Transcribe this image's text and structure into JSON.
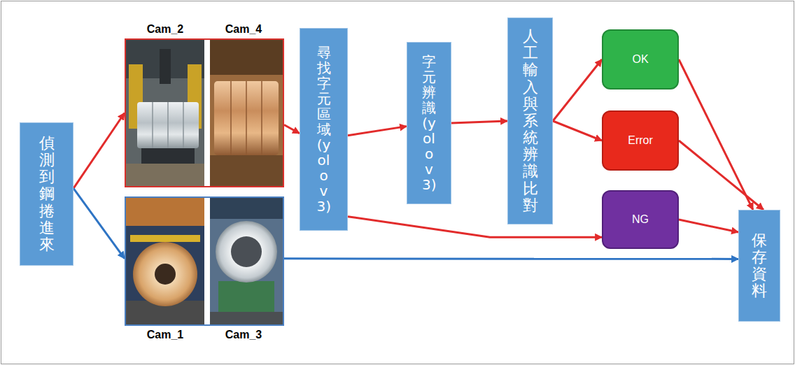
{
  "diagram": {
    "nodes": [
      {
        "text": [
          "偵測到鋼捲進來"
        ]
      },
      {
        "text": [
          "Cam_2",
          "Cam_4"
        ]
      },
      {
        "text": [
          "Cam_1",
          "Cam_3"
        ]
      },
      {
        "text": [
          "尋找字元區域(yolo v3)"
        ]
      },
      {
        "text": [
          "字元辨識(yolo v3)"
        ]
      },
      {
        "text": [
          "人工輸入與系統辨識比對"
        ]
      },
      {
        "text": [
          "OK"
        ]
      },
      {
        "text": [
          "Error"
        ]
      },
      {
        "text": [
          "NG"
        ]
      },
      {
        "text": [
          "保存資料"
        ]
      }
    ],
    "edges": [
      {
        "from": 0,
        "to": 1,
        "arrow": "to"
      },
      {
        "from": 0,
        "to": 2,
        "arrow": "to"
      },
      {
        "from": 1,
        "to": 3,
        "arrow": "to"
      },
      {
        "from": 3,
        "to": 4,
        "arrow": "to"
      },
      {
        "from": 3,
        "to": 8,
        "arrow": "to"
      },
      {
        "from": 4,
        "to": 5,
        "arrow": "to"
      },
      {
        "from": 5,
        "to": 6,
        "arrow": "to"
      },
      {
        "from": 5,
        "to": 7,
        "arrow": "to"
      },
      {
        "from": 6,
        "to": 9,
        "arrow": "to"
      },
      {
        "from": 7,
        "to": 9,
        "arrow": "to"
      },
      {
        "from": 8,
        "to": 9,
        "arrow": "to"
      },
      {
        "from": 2,
        "to": 9,
        "arrow": "to"
      }
    ]
  }
}
